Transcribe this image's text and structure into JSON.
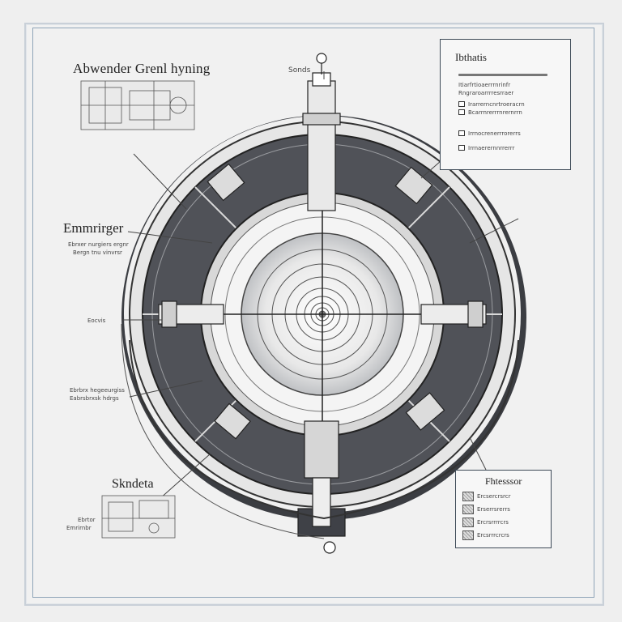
{
  "labels": {
    "top_left_title": "Abwender Grenl hyning",
    "top_center_tag": "Sonds",
    "mid_left_title": "Emmrirger",
    "mid_left_sub1": "Ebrxer nurgiers ergnr",
    "mid_left_sub2": "Bergn tnu vinvrsr",
    "left_small_1": "Eocvis",
    "left_small_2": "Ebrbrx hegeeurgiss",
    "left_small_3": "Eabrsbrxsk hdrgs",
    "bottom_left_title": "Skndeta",
    "bottom_left_sub1": "Ebrtor",
    "bottom_left_sub2": "Emrirnbr"
  },
  "legend_top": {
    "title": "Ibthatis",
    "rows": [
      "Itiarfrtioaerrrnrinfr",
      "Rngraroarrrresrraer",
      "Irarrerncnrtroeracrn",
      "Bcarrnrerrrnrernrrn",
      "Irrnocrenerrrorerrs",
      "Irrnaerernnrrerrr"
    ]
  },
  "legend_bottom": {
    "title": "Fhtesssor",
    "rows": [
      "Ercsercrsrcr",
      "Erserrsrerrs",
      "Ercrsrrrrcrs",
      "Ercsrrrcrcrs"
    ]
  },
  "colors": {
    "ink": "#2a2a2a",
    "dark_fill": "#4a4c52",
    "mid_fill": "#8a8d92",
    "light_fill": "#e4e4e4",
    "paper": "#f1f1f1",
    "frame_blue": "#8fa4b8"
  }
}
